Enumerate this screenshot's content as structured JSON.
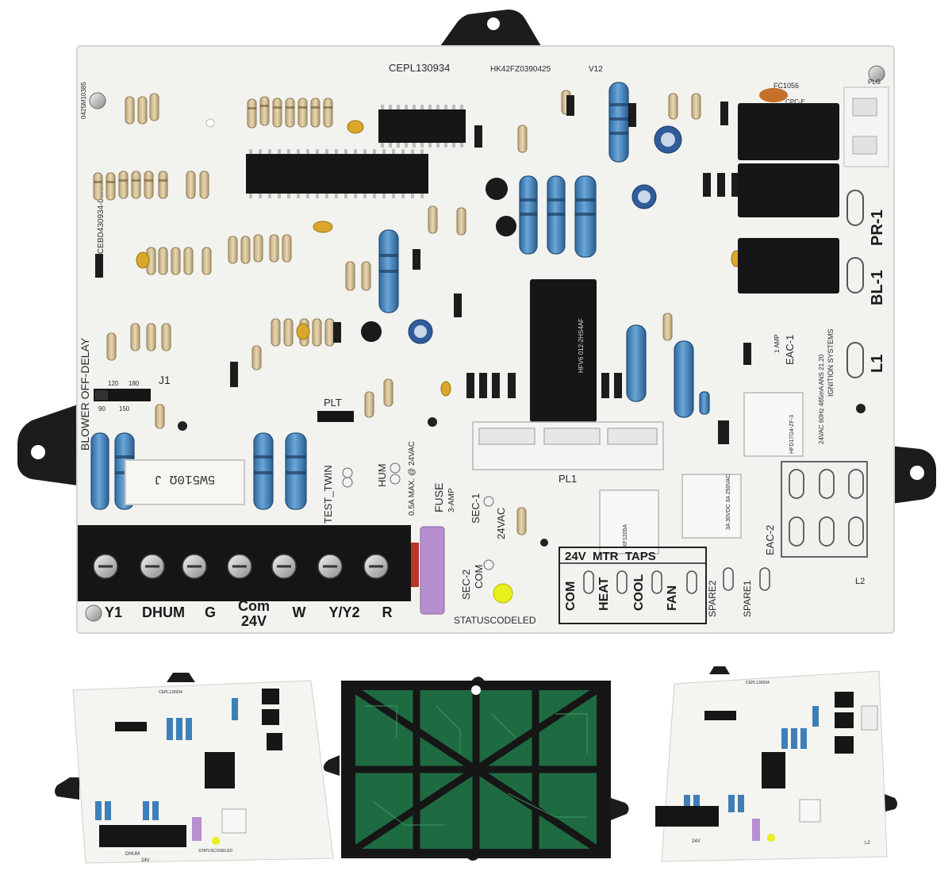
{
  "board": {
    "part_number": "CEPL130934",
    "serial": "HK42FZ0390425",
    "version": "V12",
    "board_code_left": "CEBD430934-07A",
    "board_code_top": "0425M10385",
    "cap_label": "FC1056",
    "cpc_label": "CPC-E",
    "plug_label": "PLG",
    "relay_labels": {
      "pr": "PR-1",
      "bl": "BL-1",
      "l1": "L1",
      "l2": "L2"
    },
    "eac_labels": {
      "eac1": "EAC-1",
      "eac1_amp": "1 AMP",
      "eac2": "EAC-2"
    },
    "ignition_text": "IGNITION SYSTEMS",
    "rating_text": "24VAC 60Hz 465mA ANS 21.20",
    "blower_label": "BLOWER OFF-DELAY",
    "jumper_label": "J1",
    "jumper_values": [
      "120",
      "180",
      "90",
      "150"
    ],
    "plt_label": "PLT",
    "test_twin_label": "TEST_TWIN",
    "hum_label": "HUM",
    "hum_rating": "0.5A MAX. @ 24VAC",
    "fuse_label": "FUSE",
    "fuse_rating": "3-AMP",
    "sec1_label": "SEC-1",
    "sec2_label": "SEC-2",
    "vac_label": "24VAC",
    "com_label": "COM",
    "status_led_label": "STATUSCODELED",
    "pl1_label": "PL1",
    "resistor_marking": "5W510Ω J",
    "relay_main_text": "HFV6 012-2HS4AF",
    "relay_small_text_1": "HFD17/24-ZF-3",
    "relay_small_text_2": "3A 30VDC 3A 250VAC",
    "relay_small_text_3": "XF1205A",
    "terminals": [
      "Y1",
      "DHUM",
      "G",
      "Com\n24V",
      "W",
      "Y/Y2",
      "R"
    ],
    "motor_taps_title": "24V  MTR  TAPS",
    "motor_taps": [
      "COM",
      "HEAT",
      "COOL",
      "FAN",
      "SPARE2",
      "SPARE1"
    ],
    "thumb_left_texts": [
      "CEPL130934",
      "DHUM",
      "24V",
      "STATUSCODELED"
    ],
    "thumb_right_texts": [
      "CEPL130934",
      "24V",
      "L2"
    ]
  },
  "colors": {
    "pcb": "#f2f2ef",
    "mount": "#1c1c1c",
    "terminal": "#151515",
    "resistor_blue": "#3f7fb8",
    "resistor_tan": "#d7c29a",
    "relay_black": "#161616",
    "green_pcb": "#1e6b42",
    "led_yellow": "#e6f01a",
    "purple": "#b78fd0"
  }
}
